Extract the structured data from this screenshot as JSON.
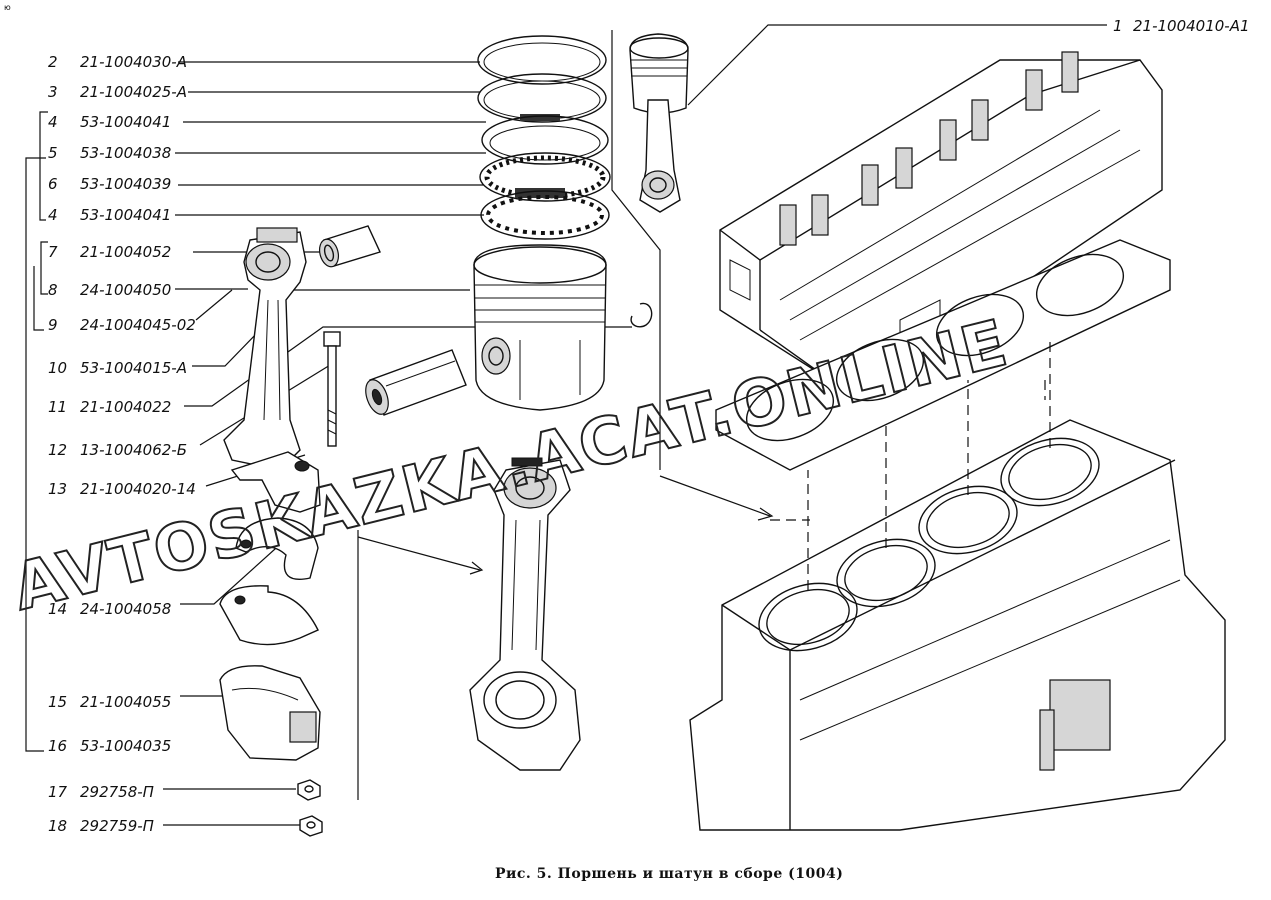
{
  "corner_mark": "ю",
  "labels": [
    {
      "num": "1",
      "code": "21-1004010-А1"
    },
    {
      "num": "2",
      "code": "21-1004030-А"
    },
    {
      "num": "3",
      "code": "21-1004025-А"
    },
    {
      "num": "4",
      "code": "53-1004041"
    },
    {
      "num": "5",
      "code": "53-1004038"
    },
    {
      "num": "6",
      "code": "53-1004039"
    },
    {
      "num": "4",
      "code": "53-1004041"
    },
    {
      "num": "7",
      "code": "21-1004052"
    },
    {
      "num": "8",
      "code": "24-1004050"
    },
    {
      "num": "9",
      "code": "24-1004045-02"
    },
    {
      "num": "10",
      "code": "53-1004015-А"
    },
    {
      "num": "11",
      "code": "21-1004022"
    },
    {
      "num": "12",
      "code": "13-1004062-Б"
    },
    {
      "num": "13",
      "code": "21-1004020-14"
    },
    {
      "num": "14",
      "code": "24-1004058"
    },
    {
      "num": "15",
      "code": "21-1004055"
    },
    {
      "num": "16",
      "code": "53-1004035"
    },
    {
      "num": "17",
      "code": "292758-П"
    },
    {
      "num": "18",
      "code": "292759-П"
    }
  ],
  "caption": "Рис. 5. Поршень и шатун в сборе (1004)",
  "watermark": "AVTOSKAZKA.ACAT.ONLINE"
}
